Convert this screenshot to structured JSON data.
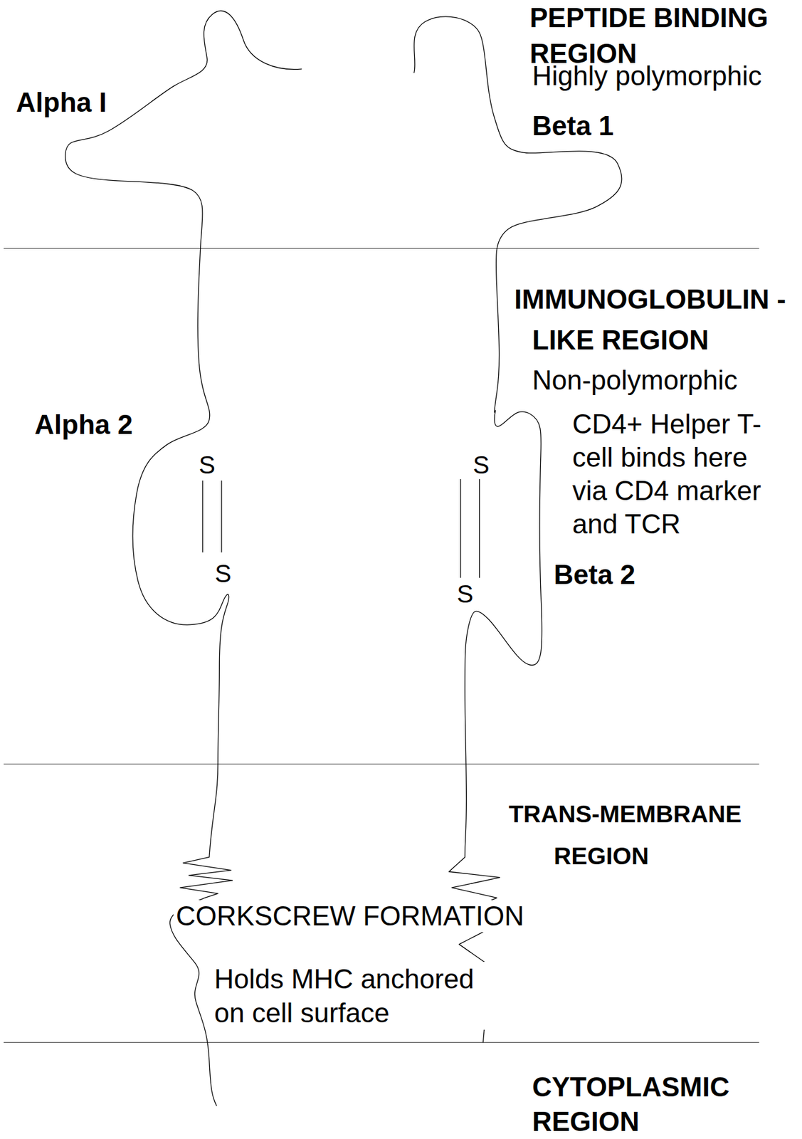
{
  "diagram": {
    "labels": [
      "PEPTIDE BINDING REGION",
      "Highly polymorphic",
      "Alpha I",
      "Beta 1",
      "IMMUNOGLOBULIN -LIKE REGION",
      "Non-polymorphic",
      "CD4+ Helper T-cell binds here via CD4 marker and TCR",
      "Alpha 2",
      "S",
      "S",
      "S",
      "Beta 2",
      "S",
      "TRANS-MEMBRANE REGION",
      "CORKSCREW FORMATION",
      "Holds MHC anchored on cell surface",
      "CYTOPLASMIC REGION"
    ]
  }
}
